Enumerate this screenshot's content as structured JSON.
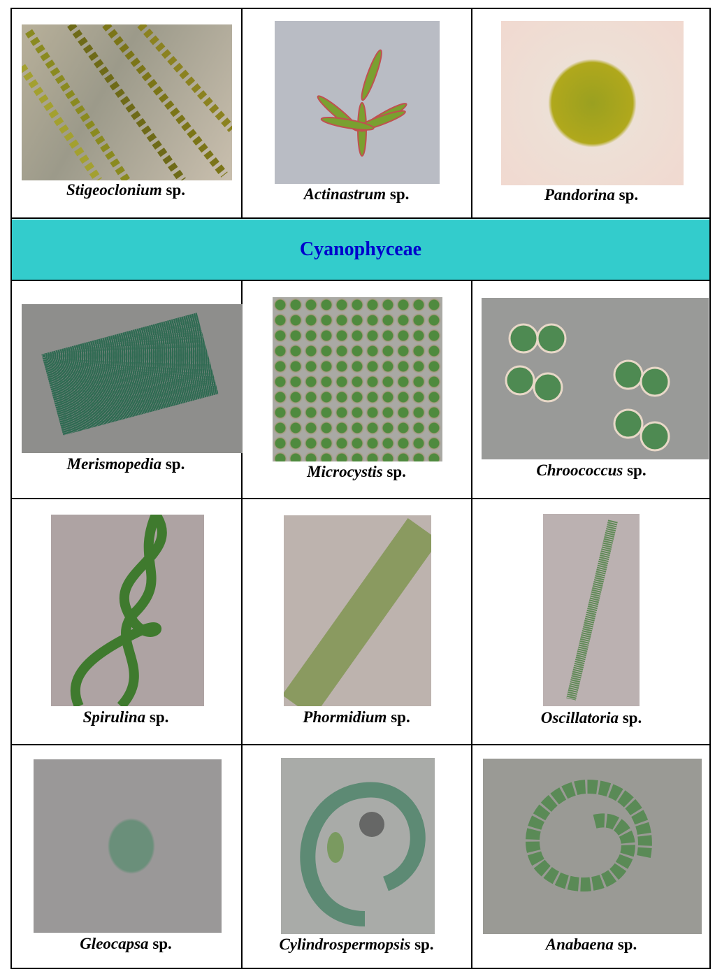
{
  "section_header": "Cyanophyceae",
  "rows": [
    [
      {
        "genus": "Stigeoclonium",
        "suffix": " sp."
      },
      {
        "genus": "Actinastrum",
        "suffix": " sp."
      },
      {
        "genus": "Pandorina",
        "suffix": " sp."
      }
    ],
    [
      {
        "genus": "Merismopedia",
        "suffix": " sp."
      },
      {
        "genus": "Microcystis",
        "suffix": " sp."
      },
      {
        "genus": "Chroococcus",
        "suffix": " sp."
      }
    ],
    [
      {
        "genus": "Spirulina",
        "suffix": " sp."
      },
      {
        "genus": "Phormidium",
        "suffix": " sp."
      },
      {
        "genus": "Oscillatoria",
        "suffix": " sp."
      }
    ],
    [
      {
        "genus": "Gleocapsa",
        "suffix": " sp."
      },
      {
        "genus": "Cylindrospermopsis",
        "suffix": " sp."
      },
      {
        "genus": "Anabaena",
        "suffix": " sp."
      }
    ]
  ]
}
